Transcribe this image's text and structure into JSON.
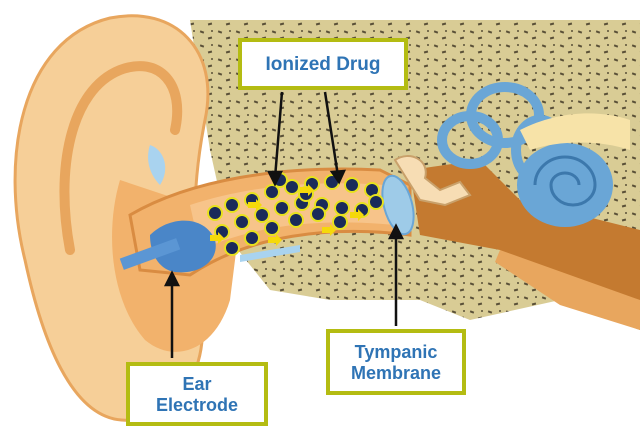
{
  "labels": {
    "ionized_drug": "Ionized Drug",
    "tympanic_line1": "Tympanic",
    "tympanic_line2": "Membrane",
    "electrode_line1": "Ear",
    "electrode_line2": "Electrode"
  },
  "colors": {
    "skin": "#f6cf98",
    "skin_dark": "#e8a65e",
    "bone": "#d9cc95",
    "bone_spots": "#5a5038",
    "canal": "#f2b26c",
    "inner_ear": "#6aa6d6",
    "electrode": "#4a86c8",
    "drug_ion": "#1a2b5a",
    "drug_ring": "#e7e21e",
    "arrow": "#f5d90a",
    "callout_border": "#b4bc12",
    "callout_text": "#2f74b5"
  }
}
